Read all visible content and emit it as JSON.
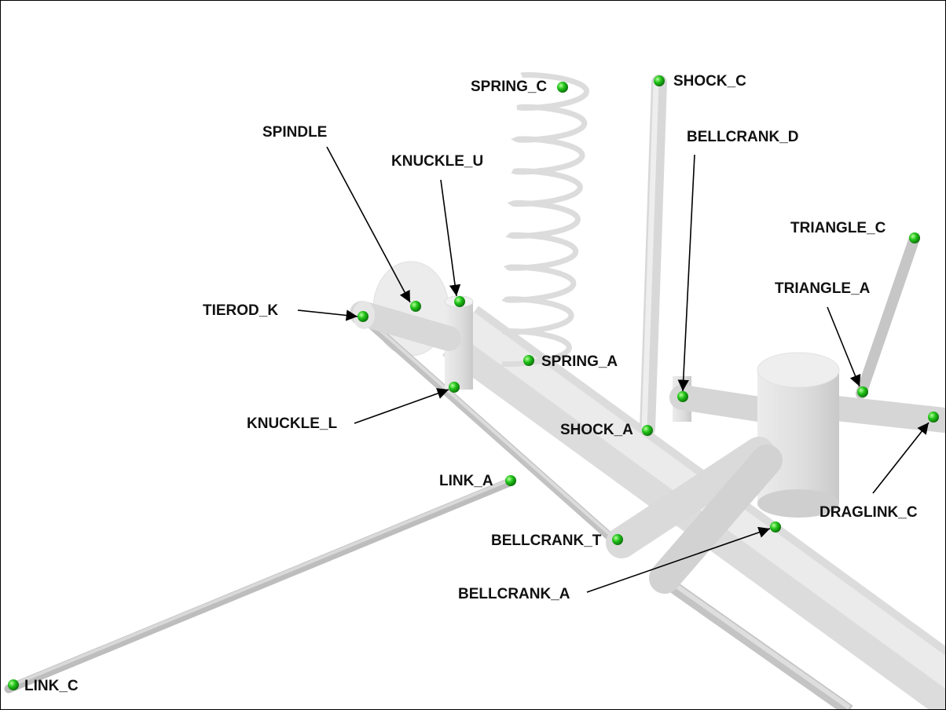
{
  "diagram": {
    "title": "Suspension hardpoints",
    "colors": {
      "point": "#22c41a",
      "part": "#e4e4e4",
      "arrow": "#000000"
    },
    "labels": {
      "spring_c": "SPRING_C",
      "shock_c": "SHOCK_C",
      "spindle": "SPINDLE",
      "knuckle_u": "KNUCKLE_U",
      "bellcrank_d": "BELLCRANK_D",
      "triangle_c": "TRIANGLE_C",
      "triangle_a": "TRIANGLE_A",
      "tierod_k": "TIEROD_K",
      "spring_a": "SPRING_A",
      "knuckle_l": "KNUCKLE_L",
      "shock_a": "SHOCK_A",
      "draglink_c": "DRAGLINK_C",
      "link_a": "LINK_A",
      "bellcrank_t": "BELLCRANK_T",
      "bellcrank_a": "BELLCRANK_A",
      "link_c": "LINK_C"
    }
  }
}
